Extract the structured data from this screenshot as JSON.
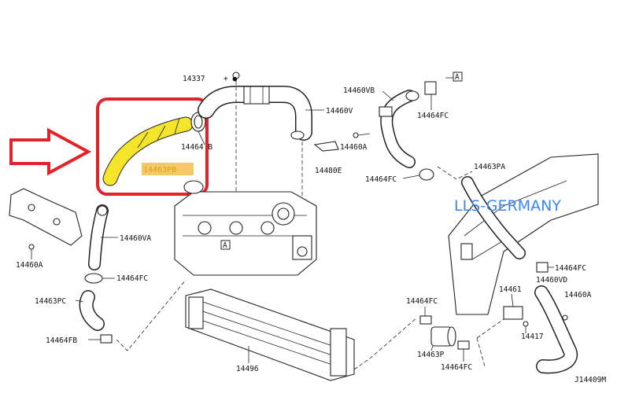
{
  "diagram": {
    "drawing_number": "J14409M",
    "watermark": "LLS-GERMANY",
    "highlighted_part": "14463PB",
    "view_ref": "A",
    "colors": {
      "highlight_fill": "#f5e52a",
      "highlight_label_bg": "#f7c86a",
      "focus_box": "#e0242a",
      "arrow": "#e0242a",
      "watermark": "#3a86f0"
    },
    "labels": {
      "p14337": "14337",
      "p14460V": "14460V",
      "p14464B": "14464 B",
      "p14460VB": "14460VB",
      "p14464FC_top": "14464FC",
      "p14460A_mid": "14460A",
      "p14480E": "14480E",
      "p14464FC_mid": "14464FC",
      "p14463PA": "14463PA",
      "p14460VA": "14460VA",
      "p14460A_left": "14460A",
      "p14464FC_left": "14464FC",
      "p14463PC": "14463PC",
      "p14464FB": "14464FB",
      "p14496": "14496",
      "p14464FC_r1": "14464FC",
      "p14460VD": "14460VD",
      "p14464FC_r2": "14464FC",
      "p14461": "14461",
      "p14460A_right": "14460A",
      "p14417": "14417",
      "p14463P": "14463P",
      "p14464FC_bottom": "14464FC"
    }
  }
}
